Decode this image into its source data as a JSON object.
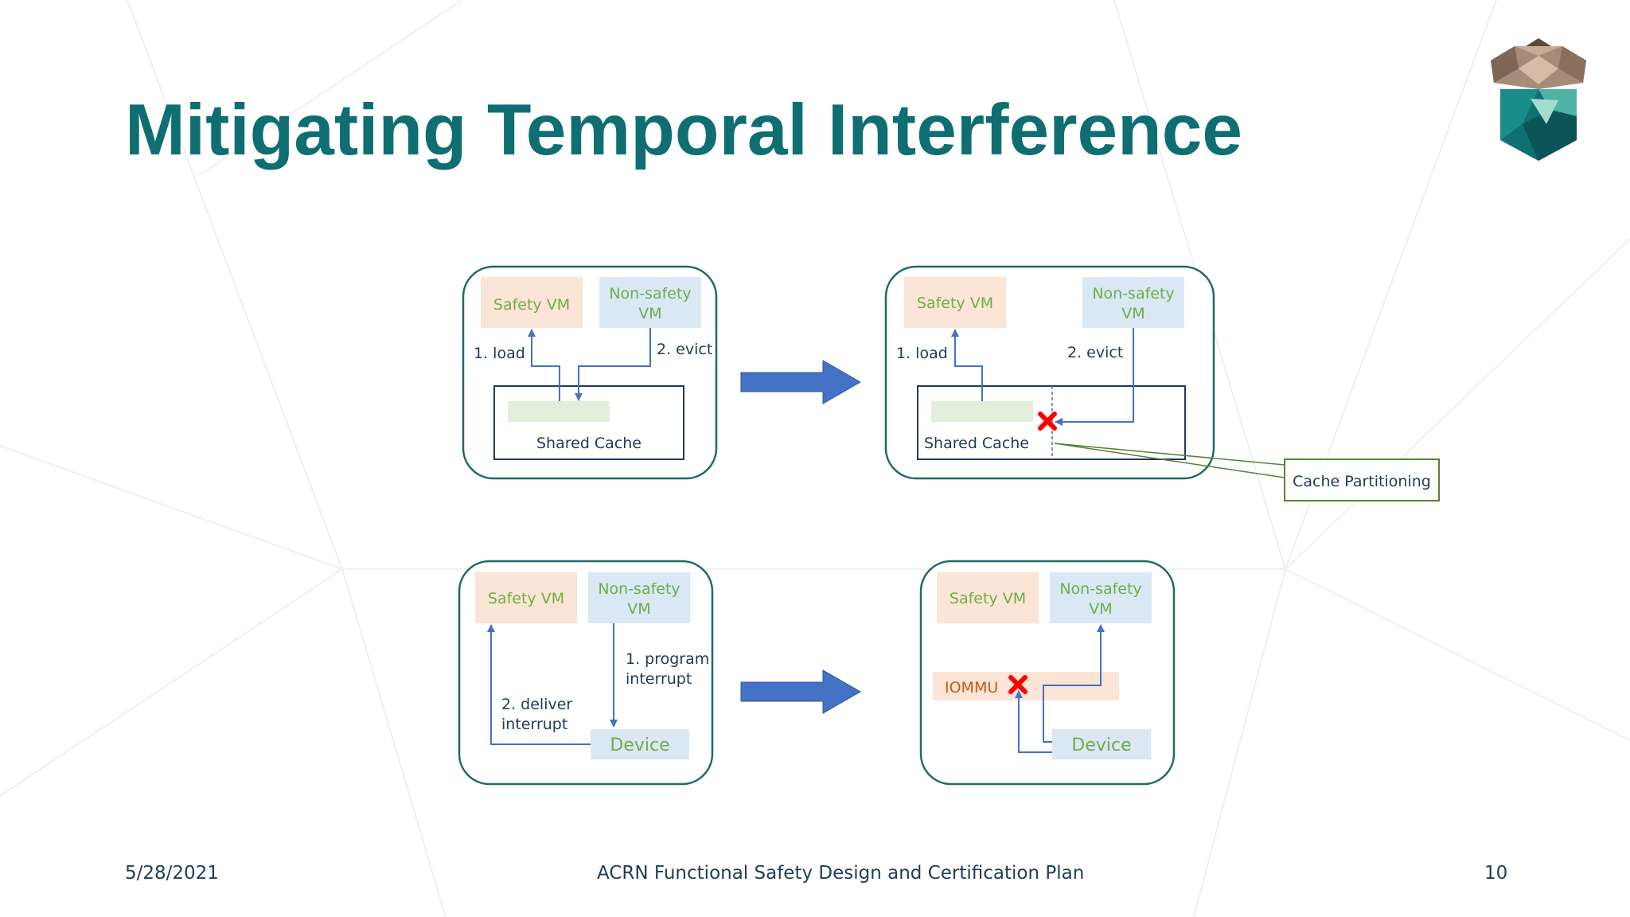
{
  "slide": {
    "title": "Mitigating Temporal Interference",
    "footer_date": "5/28/2021",
    "footer_center": "ACRN Functional Safety Design and Certification Plan",
    "page_number": "10"
  },
  "diagram": {
    "safety_vm": "Safety VM",
    "non_safety_vm_line1": "Non-safety",
    "non_safety_vm_line2": "VM",
    "shared_cache": "Shared Cache",
    "step_load": "1. load",
    "step_evict": "2. evict",
    "cache_partitioning": "Cache Partitioning",
    "step_program_line1": "1. program",
    "step_program_line2": "interrupt",
    "step_deliver_line1": "2. deliver",
    "step_deliver_line2": "interrupt",
    "device": "Device",
    "iommu": "IOMMU"
  },
  "colors": {
    "title": "#0e6e71",
    "frame": "#1f6b63",
    "arrow": "#4472c4",
    "block_x": "#ff0000",
    "safety_fill": "#fbe5d6",
    "nonsafety_fill": "#dae8f5",
    "vm_text": "#70ad47",
    "partition_fill": "#e2efda",
    "callout_border": "#548235"
  }
}
